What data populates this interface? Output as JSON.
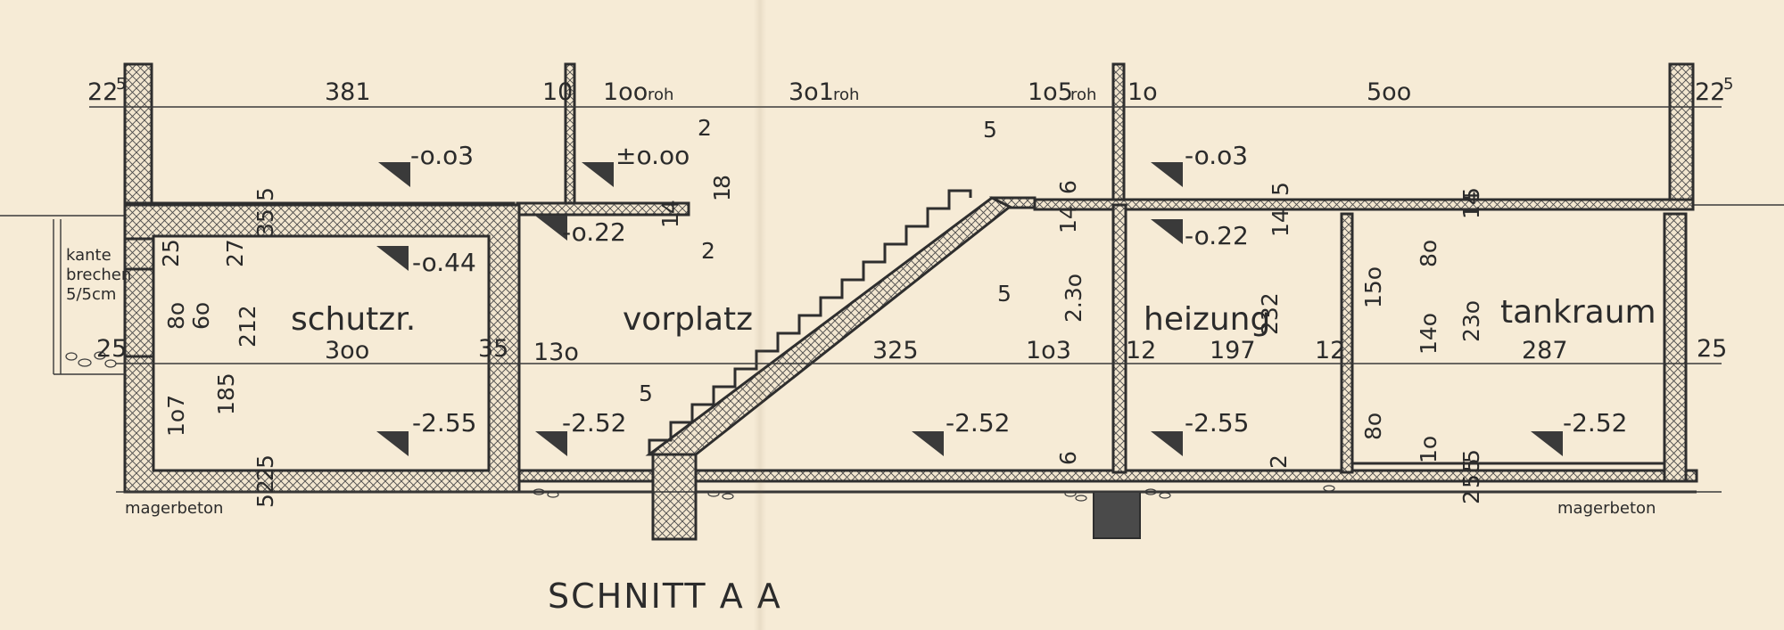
{
  "title": "SCHNITT A A",
  "rooms": {
    "schutzraum": "schutzr.",
    "vorplatz": "vorplatz",
    "heizung": "heizung",
    "tankraum": "tankraum"
  },
  "top_dimensions": [
    "22",
    "5",
    "381",
    "10",
    "1oo",
    "roh",
    "3o1",
    "roh",
    "1o5",
    "roh",
    "1o",
    "5oo",
    "22",
    "5"
  ],
  "mid_dimensions": [
    "25",
    "3oo",
    "35",
    "13o",
    "325",
    "1o3",
    "12",
    "197",
    "12",
    "287",
    "25"
  ],
  "vertical_dimensions": [
    "5",
    "35",
    "25",
    "27",
    "8o",
    "6o",
    "212",
    "185",
    "1o7",
    "5",
    "2",
    "5",
    "2",
    "2",
    "1",
    "8",
    "14",
    "2",
    "5",
    "6",
    "14",
    "2.3o",
    "5",
    "5",
    "6",
    "5",
    "14",
    "232",
    "2",
    "5",
    "14",
    "15o",
    "8o",
    "14o",
    "23o",
    "8o",
    "1o",
    "5",
    "5",
    "2",
    "5"
  ],
  "levels": [
    "-o.o3",
    "±o.oo",
    "-o.22",
    "-o.44",
    "-2.55",
    "-2.52",
    "-2.52",
    "-o.o3",
    "-o.22",
    "-2.55",
    "-2.52"
  ],
  "notes": {
    "kante_line1": "kante",
    "kante_line2": "brechen",
    "kante_line3": "5/5cm",
    "magerbeton_left": "magerbeton",
    "magerbeton_right": "magerbeton"
  },
  "colors": {
    "paper": "#f6ebd6",
    "ink": "#2e2e2e"
  }
}
